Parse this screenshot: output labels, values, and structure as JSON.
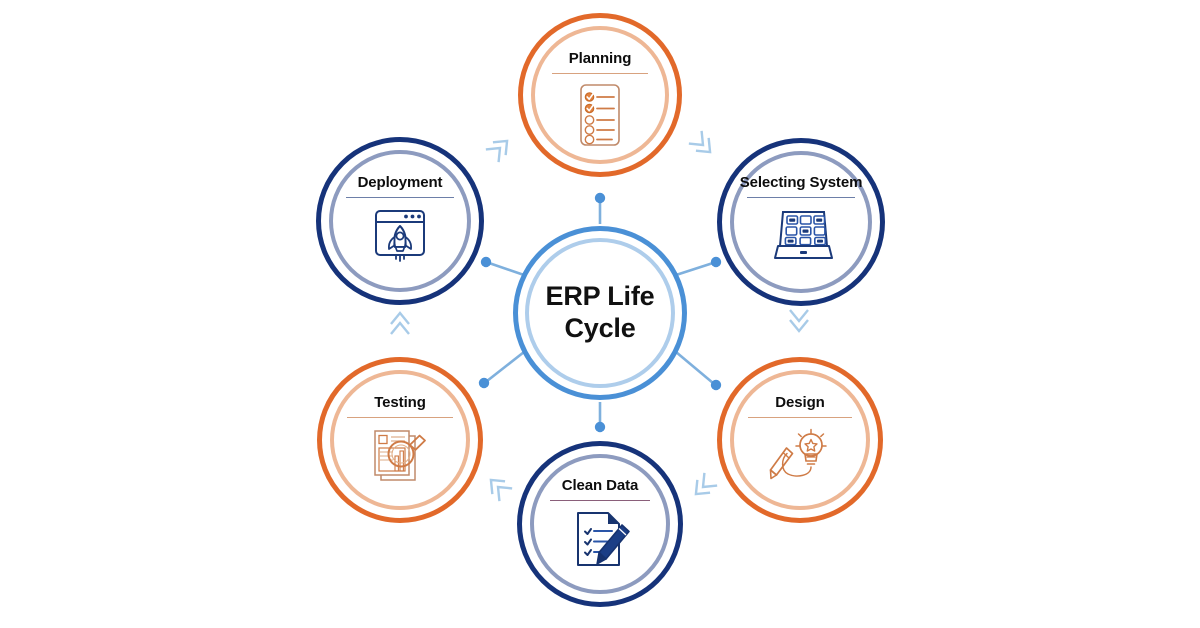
{
  "diagram": {
    "title": "ERP Life Cycle",
    "center": {
      "line1": "ERP Life",
      "line2": "Cycle",
      "ring_outer_color": "#4a90d6",
      "ring_inner_color": "#aecdeb"
    },
    "palette": {
      "orange": "#e2692a",
      "orange_light": "#eeb795",
      "navy": "#16337a",
      "navy_light": "#8d9bbf",
      "blue": "#4a90d6",
      "blue_light": "#aecdeb",
      "connector": "#9cc4e6",
      "text": "#0d0d0d",
      "background": "#ffffff"
    },
    "nodes": [
      {
        "id": "planning",
        "label": "Planning",
        "icon": "checklist-icon",
        "color": "#e2692a",
        "color_light": "#eeb795",
        "rule_color": "#d8a27f",
        "position": "top"
      },
      {
        "id": "selecting-system",
        "label": "Selecting System",
        "icon": "app-grid-icon",
        "color": "#16337a",
        "color_light": "#8d9bbf",
        "rule_color": "#6d7fa8",
        "position": "top-right"
      },
      {
        "id": "design",
        "label": "Design",
        "icon": "pencil-lightbulb-icon",
        "color": "#e2692a",
        "color_light": "#eeb795",
        "rule_color": "#d8a27f",
        "position": "bottom-right"
      },
      {
        "id": "clean-data",
        "label": "Clean Data",
        "icon": "document-pen-icon",
        "color": "#16337a",
        "color_light": "#8d9bbf",
        "rule_color": "#8a5f7a",
        "position": "bottom"
      },
      {
        "id": "testing",
        "label": "Testing",
        "icon": "magnifier-report-icon",
        "color": "#e2692a",
        "color_light": "#eeb795",
        "rule_color": "#d8a27f",
        "position": "bottom-left"
      },
      {
        "id": "deployment",
        "label": "Deployment",
        "icon": "rocket-browser-icon",
        "color": "#16337a",
        "color_light": "#8d9bbf",
        "rule_color": "#6d7fa8",
        "position": "top-left"
      }
    ],
    "connectors": [
      {
        "id": "deployment-to-planning",
        "icon": "double-chevron-icon",
        "direction": "up-right"
      },
      {
        "id": "planning-to-selecting-system",
        "icon": "double-chevron-icon",
        "direction": "down-right"
      },
      {
        "id": "selecting-system-to-design",
        "icon": "double-chevron-icon",
        "direction": "down"
      },
      {
        "id": "design-to-clean-data",
        "icon": "double-chevron-icon",
        "direction": "down-left"
      },
      {
        "id": "clean-data-to-testing",
        "icon": "double-chevron-icon",
        "direction": "up-left"
      },
      {
        "id": "testing-to-deployment",
        "icon": "double-chevron-icon",
        "direction": "up"
      }
    ],
    "spokes": [
      {
        "id": "spoke-planning"
      },
      {
        "id": "spoke-selecting-system"
      },
      {
        "id": "spoke-design"
      },
      {
        "id": "spoke-clean-data"
      },
      {
        "id": "spoke-testing"
      },
      {
        "id": "spoke-deployment"
      }
    ]
  }
}
